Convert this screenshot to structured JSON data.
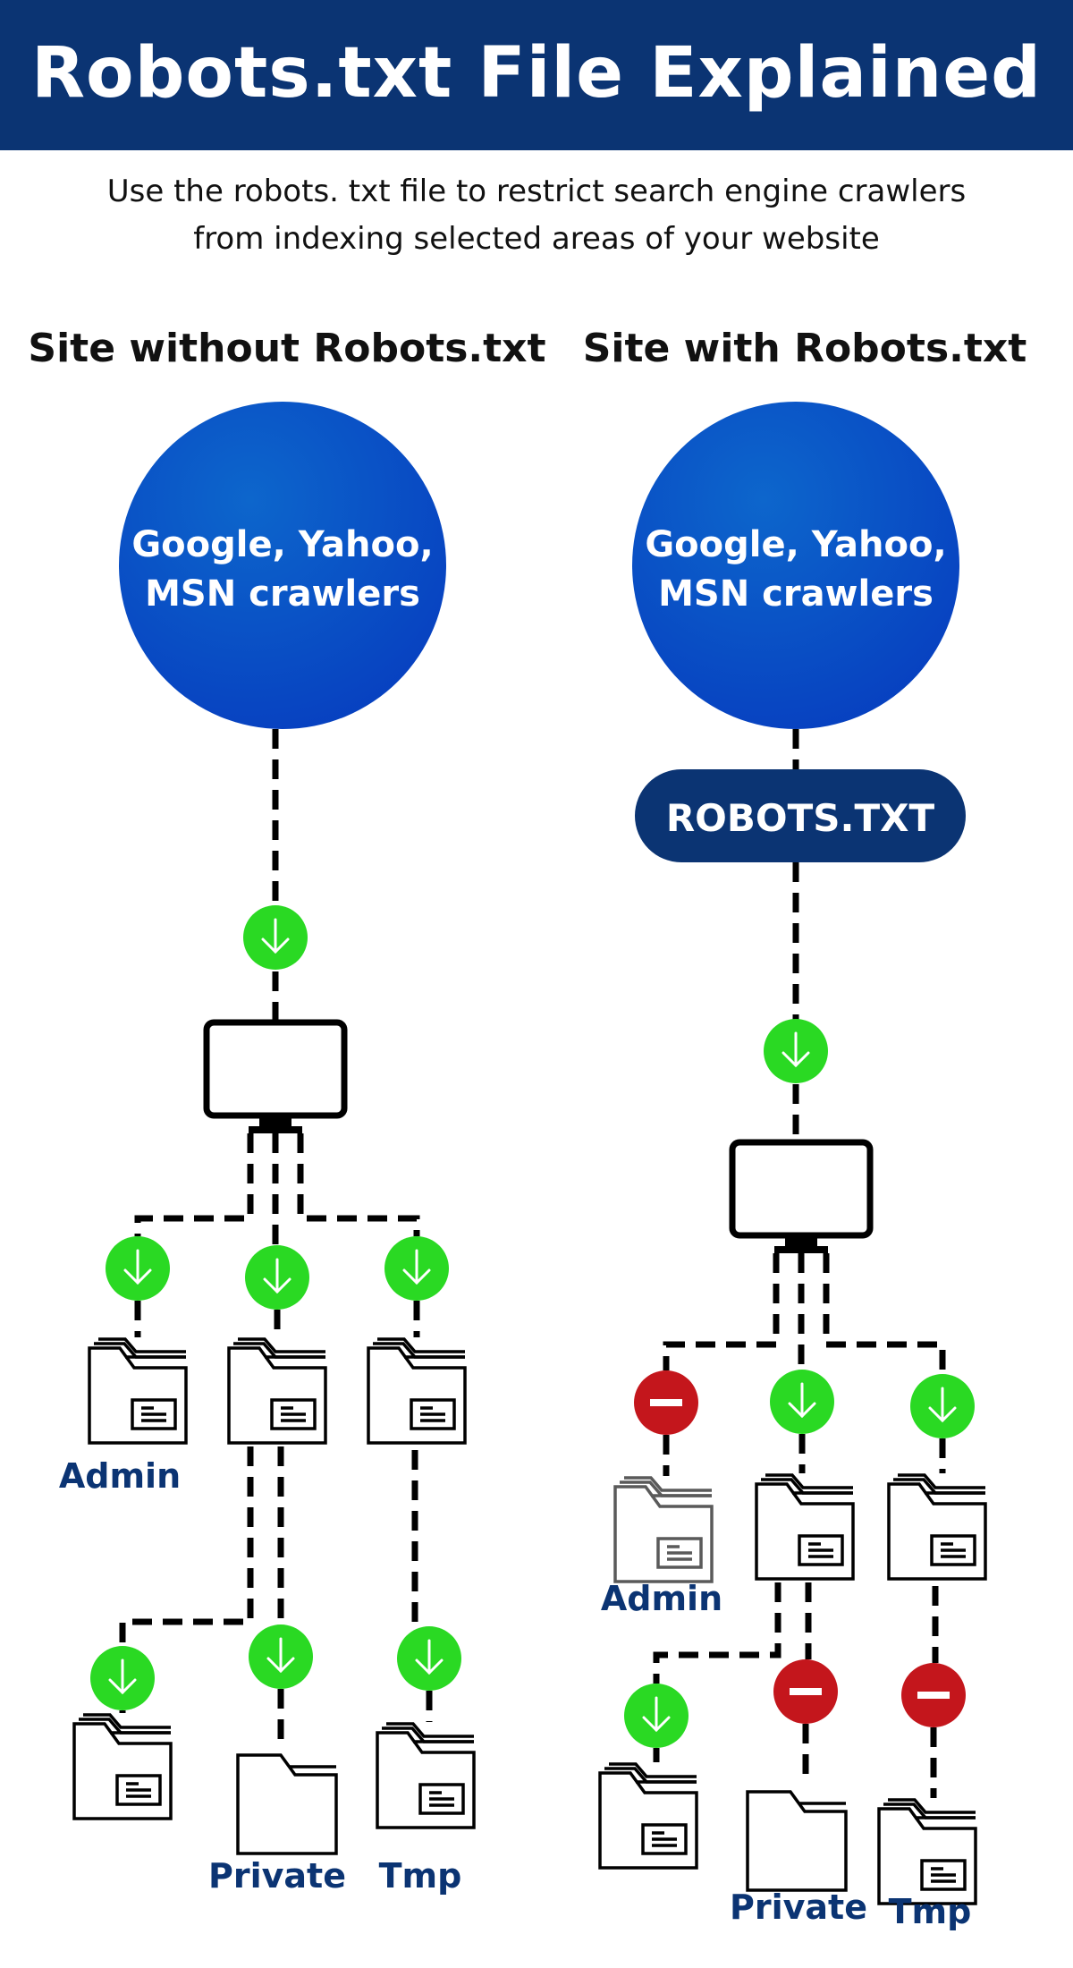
{
  "header": {
    "title": "Robots.txt File Explained"
  },
  "subtitle": {
    "line1": "Use the robots. txt file to restrict search engine crawlers",
    "line2": "from indexing selected areas of your website"
  },
  "colors": {
    "header_bg": "#0b3473",
    "crawler_circle": "#0a5bc8",
    "robots_pill": "#0b3473",
    "allow_green": "#2ad923",
    "block_red": "#c4161c",
    "label_navy": "#0b3473",
    "line_black": "#000000",
    "blocked_folder_gray": "#5a5a5a"
  },
  "columns": [
    {
      "title": "Site without Robots.txt",
      "crawler_label_line1": "Google, Yahoo,",
      "crawler_label_line2": "MSN crawlers",
      "robots_file": null,
      "first_level": [
        {
          "status": "allow",
          "icon": "download-arrow-icon",
          "label": "Admin",
          "folder": "folder-docs"
        },
        {
          "status": "allow",
          "icon": "download-arrow-icon",
          "label": "",
          "folder": "folder-docs"
        },
        {
          "status": "allow",
          "icon": "download-arrow-icon",
          "label": "",
          "folder": "folder-docs"
        }
      ],
      "second_level": [
        {
          "status": "allow",
          "icon": "download-arrow-icon",
          "label": "",
          "folder": "folder-docs"
        },
        {
          "status": "allow",
          "icon": "download-arrow-icon",
          "label": "Private",
          "folder": "folder-empty"
        },
        {
          "status": "allow",
          "icon": "download-arrow-icon",
          "label": "Tmp",
          "folder": "folder-docs"
        }
      ]
    },
    {
      "title": "Site with Robots.txt",
      "crawler_label_line1": "Google, Yahoo,",
      "crawler_label_line2": "MSN crawlers",
      "robots_file": "ROBOTS.TXT",
      "first_level": [
        {
          "status": "block",
          "icon": "blocked-icon",
          "label": "Admin",
          "folder": "folder-docs"
        },
        {
          "status": "allow",
          "icon": "download-arrow-icon",
          "label": "",
          "folder": "folder-docs"
        },
        {
          "status": "allow",
          "icon": "download-arrow-icon",
          "label": "",
          "folder": "folder-docs"
        }
      ],
      "second_level": [
        {
          "status": "allow",
          "icon": "download-arrow-icon",
          "label": "",
          "folder": "folder-docs"
        },
        {
          "status": "block",
          "icon": "blocked-icon",
          "label": "Private",
          "folder": "folder-empty"
        },
        {
          "status": "block",
          "icon": "blocked-icon",
          "label": "Tmp",
          "folder": "folder-docs"
        }
      ]
    }
  ]
}
